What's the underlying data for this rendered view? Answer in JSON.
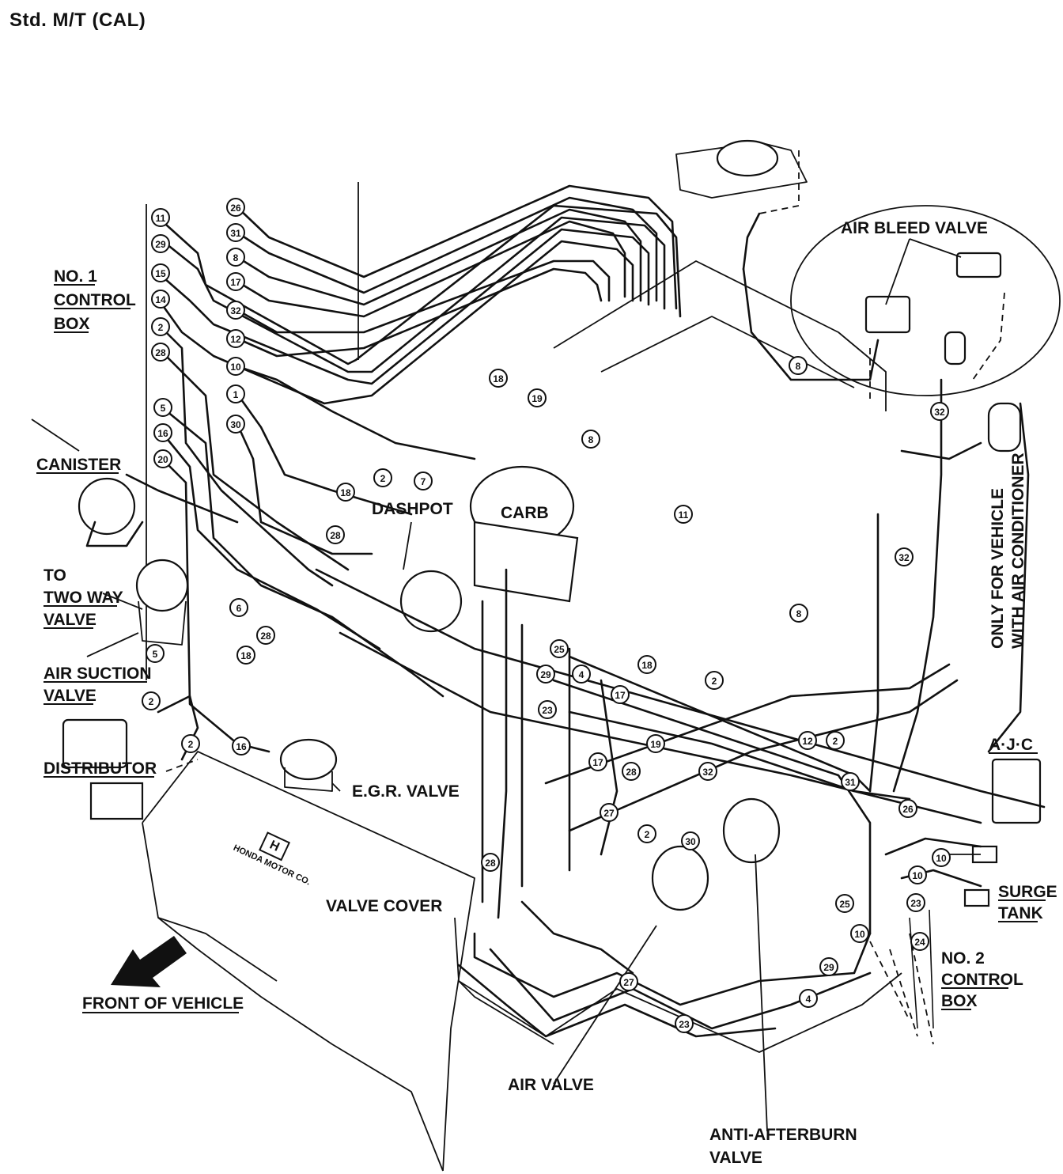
{
  "title": "Std. M/T (CAL)",
  "labels": {
    "no1_control_box": [
      "NO. 1",
      "CONTROL",
      "BOX"
    ],
    "canister": "CANISTER",
    "to_two_way_valve": [
      "TO",
      "TWO WAY",
      "VALVE"
    ],
    "air_suction_valve": [
      "AIR SUCTION",
      "VALVE"
    ],
    "distributor": "DISTRIBUTOR",
    "egr_valve": "E.G.R. VALVE",
    "dashpot": "DASHPOT",
    "carb": "CARB",
    "valve_cover": "VALVE COVER",
    "front_of_vehicle": "FRONT OF VEHICLE",
    "air_valve": "AIR VALVE",
    "anti_afterburn_valve": [
      "ANTI-AFTERBURN",
      "VALVE"
    ],
    "air_bleed_valve": "AIR BLEED VALVE",
    "only_for_vehicle": [
      "ONLY FOR VEHICLE",
      "WITH AIR CONDITIONER"
    ],
    "ajc": "A·J·C",
    "surge_tank": [
      "SURGE",
      "TANK"
    ],
    "no2_control_box": [
      "NO. 2",
      "CONTROL",
      "BOX"
    ],
    "honda_motor": "HONDA MOTOR CO."
  },
  "hose_numbers": {
    "left_column": [
      "11",
      "29",
      "15",
      "14",
      "2",
      "28",
      "5",
      "16",
      "20"
    ],
    "mid_column": [
      "26",
      "31",
      "8",
      "17",
      "32",
      "12",
      "10",
      "1",
      "30"
    ],
    "scattered": [
      "18",
      "19",
      "8",
      "2",
      "7",
      "18",
      "28",
      "6",
      "18",
      "28",
      "5",
      "2",
      "2",
      "16",
      "11",
      "8",
      "32",
      "8",
      "32",
      "2",
      "25",
      "4",
      "29",
      "23",
      "18",
      "17",
      "19",
      "17",
      "28",
      "32",
      "12",
      "2",
      "31",
      "26",
      "27",
      "2",
      "30",
      "28",
      "27",
      "23",
      "4",
      "29",
      "25",
      "10",
      "10",
      "10",
      "23",
      "24"
    ]
  }
}
